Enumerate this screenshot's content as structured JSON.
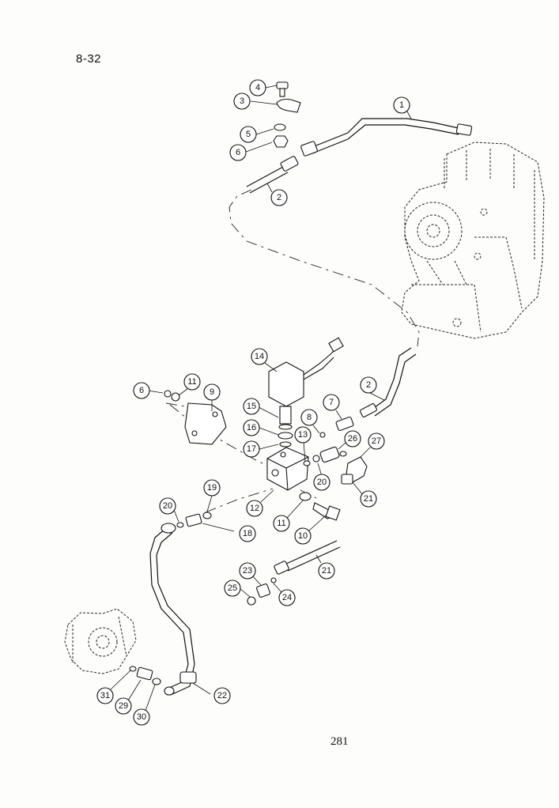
{
  "page": {
    "section_id": "8-32",
    "page_number": "281"
  },
  "callouts": [
    {
      "label": "1"
    },
    {
      "label": "2"
    },
    {
      "label": "3"
    },
    {
      "label": "4"
    },
    {
      "label": "5"
    },
    {
      "label": "6"
    },
    {
      "label": "2"
    },
    {
      "label": "14"
    },
    {
      "label": "6"
    },
    {
      "label": "11"
    },
    {
      "label": "9"
    },
    {
      "label": "15"
    },
    {
      "label": "16"
    },
    {
      "label": "17"
    },
    {
      "label": "8"
    },
    {
      "label": "7"
    },
    {
      "label": "13"
    },
    {
      "label": "26"
    },
    {
      "label": "27"
    },
    {
      "label": "20"
    },
    {
      "label": "21"
    },
    {
      "label": "12"
    },
    {
      "label": "19"
    },
    {
      "label": "20"
    },
    {
      "label": "18"
    },
    {
      "label": "11"
    },
    {
      "label": "10"
    },
    {
      "label": "21"
    },
    {
      "label": "23"
    },
    {
      "label": "25"
    },
    {
      "label": "24"
    },
    {
      "label": "31"
    },
    {
      "label": "29"
    },
    {
      "label": "30"
    },
    {
      "label": "22"
    }
  ]
}
